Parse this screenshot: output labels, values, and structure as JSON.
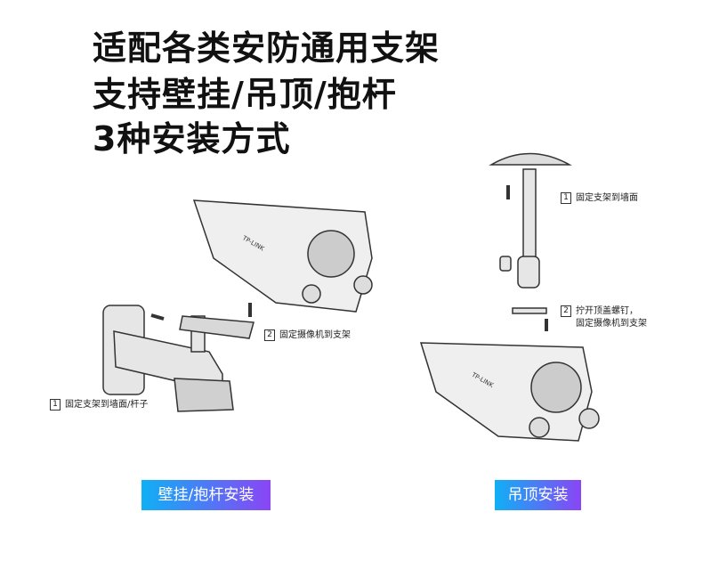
{
  "title_lines": [
    "适配各类安防通用支架",
    "支持壁挂/吊顶/抱杆",
    "3种安装方式"
  ],
  "left_diagram": {
    "step1": {
      "num": "1",
      "text": "固定支架到墙面/杆子"
    },
    "step2": {
      "num": "2",
      "text": "固定摄像机到支架"
    },
    "brand": "TP-LINK"
  },
  "right_diagram": {
    "step1": {
      "num": "1",
      "text": "固定支架到墙面"
    },
    "step2": {
      "num": "2",
      "text_line1": "拧开顶盖螺钉，",
      "text_line2": "固定摄像机到支架"
    },
    "brand": "TP-LINK"
  },
  "buttons": {
    "wall_pole": "壁挂/抱杆安装",
    "ceiling": "吊顶安装"
  }
}
